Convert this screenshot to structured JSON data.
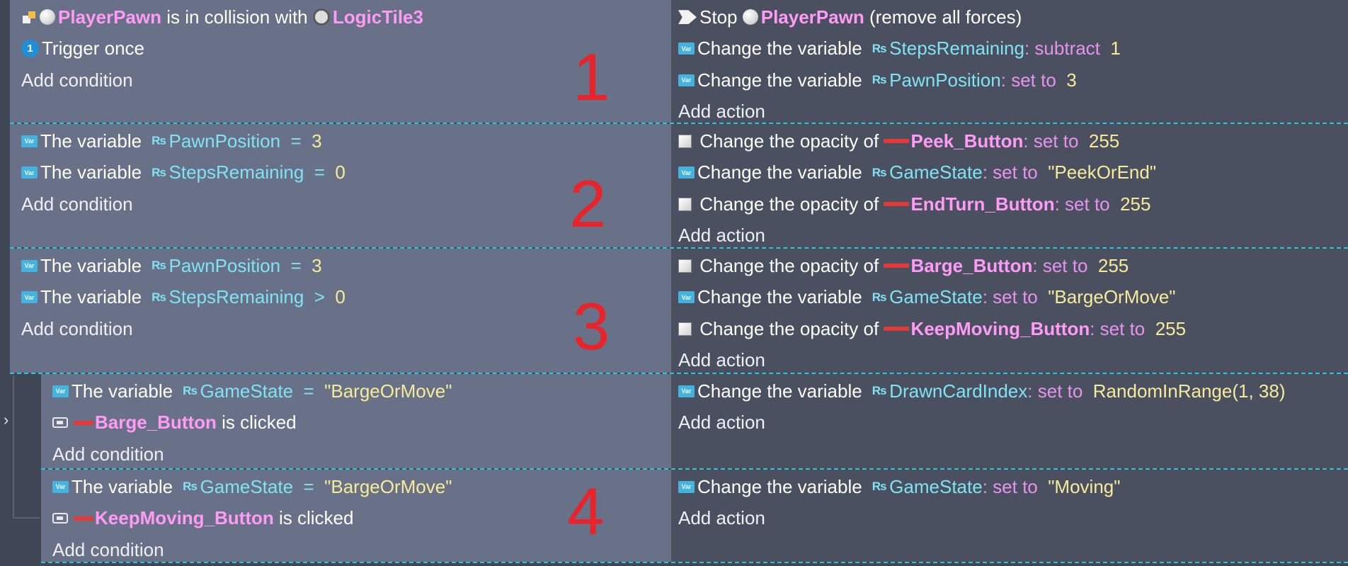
{
  "events": [
    {
      "number": "1",
      "conditions": [
        {
          "object": "PlayerPawn",
          "text": "is in collision with",
          "object2": "LogicTile3"
        },
        {
          "text": "Trigger once"
        }
      ],
      "add_condition": "Add condition",
      "actions": [
        {
          "pre": "Stop",
          "object": "PlayerPawn",
          "post": "(remove all forces)"
        },
        {
          "pre": "Change the variable",
          "var": "StepsRemaining",
          "colon": ":",
          "op": "subtract",
          "val": "1"
        },
        {
          "pre": "Change the variable",
          "var": "PawnPosition",
          "colon": ":",
          "op": "set to",
          "val": "3"
        }
      ],
      "add_action": "Add action"
    },
    {
      "number": "2",
      "conditions": [
        {
          "pre": "The variable",
          "var": "PawnPosition",
          "cmp": "=",
          "val": "3"
        },
        {
          "pre": "The variable",
          "var": "StepsRemaining",
          "cmp": "=",
          "val": "0"
        }
      ],
      "add_condition": "Add condition",
      "actions": [
        {
          "pre": "Change the opacity of",
          "object": "Peek_Button",
          "colon": ":",
          "op": "set to",
          "val": "255"
        },
        {
          "pre": "Change the variable",
          "var": "GameState",
          "colon": ":",
          "op": "set to",
          "val": "\"PeekOrEnd\""
        },
        {
          "pre": "Change the opacity of",
          "object": "EndTurn_Button",
          "colon": ":",
          "op": "set to",
          "val": "255"
        }
      ],
      "add_action": "Add action"
    },
    {
      "number": "3",
      "conditions": [
        {
          "pre": "The variable",
          "var": "PawnPosition",
          "cmp": "=",
          "val": "3"
        },
        {
          "pre": "The variable",
          "var": "StepsRemaining",
          "cmp": ">",
          "val": "0"
        }
      ],
      "add_condition": "Add condition",
      "actions": [
        {
          "pre": "Change the opacity of",
          "object": "Barge_Button",
          "colon": ":",
          "op": "set to",
          "val": "255"
        },
        {
          "pre": "Change the variable",
          "var": "GameState",
          "colon": ":",
          "op": "set to",
          "val": "\"BargeOrMove\""
        },
        {
          "pre": "Change the opacity of",
          "object": "KeepMoving_Button",
          "colon": ":",
          "op": "set to",
          "val": "255"
        }
      ],
      "add_action": "Add action"
    },
    {
      "conditions": [
        {
          "pre": "The variable",
          "var": "GameState",
          "cmp": "=",
          "val": "\"BargeOrMove\""
        },
        {
          "object": "Barge_Button",
          "text": "is clicked"
        }
      ],
      "add_condition": "Add condition",
      "actions": [
        {
          "pre": "Change the variable",
          "var": "DrawnCardIndex",
          "colon": ":",
          "op": "set to",
          "val": "RandomInRange(1, 38)"
        }
      ],
      "add_action": "Add action"
    },
    {
      "number": "4",
      "conditions": [
        {
          "pre": "The variable",
          "var": "GameState",
          "cmp": "=",
          "val": "\"BargeOrMove\""
        },
        {
          "object": "KeepMoving_Button",
          "text": "is clicked"
        }
      ],
      "add_condition": "Add condition",
      "actions": [
        {
          "pre": "Change the variable",
          "var": "GameState",
          "colon": ":",
          "op": "set to",
          "val": "\"Moving\""
        }
      ],
      "add_action": "Add action"
    }
  ],
  "icons": {
    "variable": "Var",
    "trigger_once": "1",
    "scene_variable": "₨",
    "collapse": "›"
  },
  "colors": {
    "condition_bg": "#687187",
    "action_bg": "#4a5060",
    "object_name": "#ff9bf5",
    "variable_name": "#7fe3f4",
    "operator": "#e793ee",
    "value": "#f7eb9a",
    "event_number": "#e8232a",
    "separator": "#2fc4d4"
  }
}
